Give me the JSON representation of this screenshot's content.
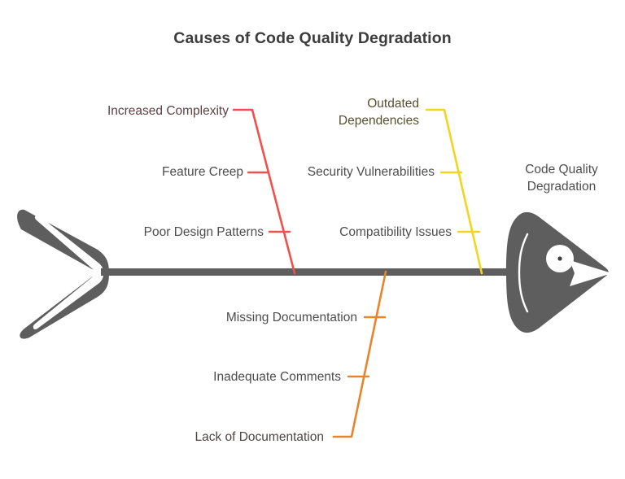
{
  "title": "Causes of Code Quality Degradation",
  "effect": {
    "line1": "Code Quality",
    "line2": "Degradation"
  },
  "colors": {
    "spine": "#5e5e5e",
    "fish_body": "#5e5e5e",
    "red_branch": "#f0514e",
    "yellow_branch": "#f2d61e",
    "orange_branch": "#e8842a",
    "title_text": "#3d3d3d",
    "label_text": "#4d4d4d",
    "background": "#ffffff"
  },
  "branches": [
    {
      "id": "red-branch",
      "color": "#f0514e",
      "position": "upper-left",
      "causes": [
        {
          "label": "Increased Complexity"
        },
        {
          "label": "Feature Creep"
        },
        {
          "label": "Poor Design Patterns"
        }
      ]
    },
    {
      "id": "yellow-branch",
      "color": "#f2d61e",
      "position": "upper-right",
      "causes": [
        {
          "label_line1": "Outdated",
          "label_line2": "Dependencies"
        },
        {
          "label": "Security Vulnerabilities"
        },
        {
          "label": "Compatibility Issues"
        }
      ]
    },
    {
      "id": "orange-branch",
      "color": "#e8842a",
      "position": "lower-center",
      "causes": [
        {
          "label": "Missing Documentation"
        },
        {
          "label": "Inadequate Comments"
        },
        {
          "label": "Lack of Documentation"
        }
      ]
    }
  ],
  "icons": {
    "fish_head": "fish-head-icon",
    "fish_tail": "fish-tail-icon",
    "fish_eye": "fish-eye-icon",
    "fish_gill": "fish-gill-icon"
  }
}
